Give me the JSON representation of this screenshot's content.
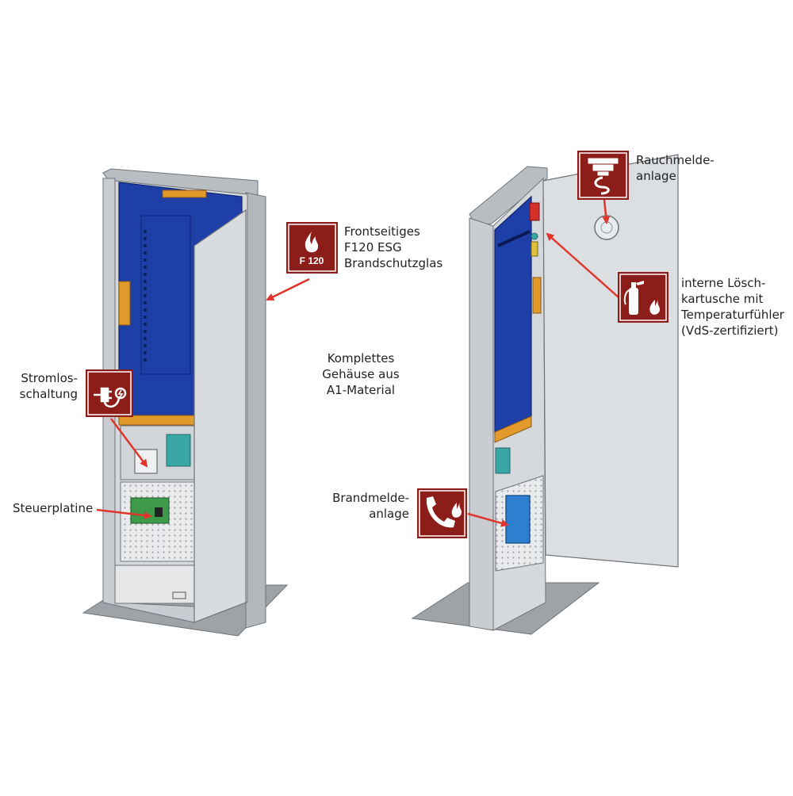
{
  "labels": {
    "frontseitiges": "Frontseitiges\nF120 ESG\nBrandschutzglas",
    "stromlos": "Stromlos-\nschaltung",
    "steuerplatine": "Steuerplatine",
    "komplettes": "Komplettes\nGehäuse aus\nA1-Material",
    "rauchmelde": "Rauchmelde-\nanlage",
    "loesch": "interne Lösch-\nkartusche mit\nTemperaturfühler\n(VdS-zertifiziert)",
    "brandmelde": "Brandmelde-\nanlage"
  },
  "signs": {
    "f120": "F 120"
  },
  "icons": {
    "fire": "flame-icon",
    "plug": "power-plug-icon",
    "smoke": "smoke-detector-icon",
    "extinguisher": "fire-extinguisher-icon",
    "phone": "emergency-phone-icon"
  },
  "colors": {
    "sign_red": "#8c1d18",
    "arrow_red": "#e0352b",
    "panel_blue": "#1f3fa8",
    "frame_grey": "#c9cdd2",
    "orange": "#e39a2d"
  }
}
